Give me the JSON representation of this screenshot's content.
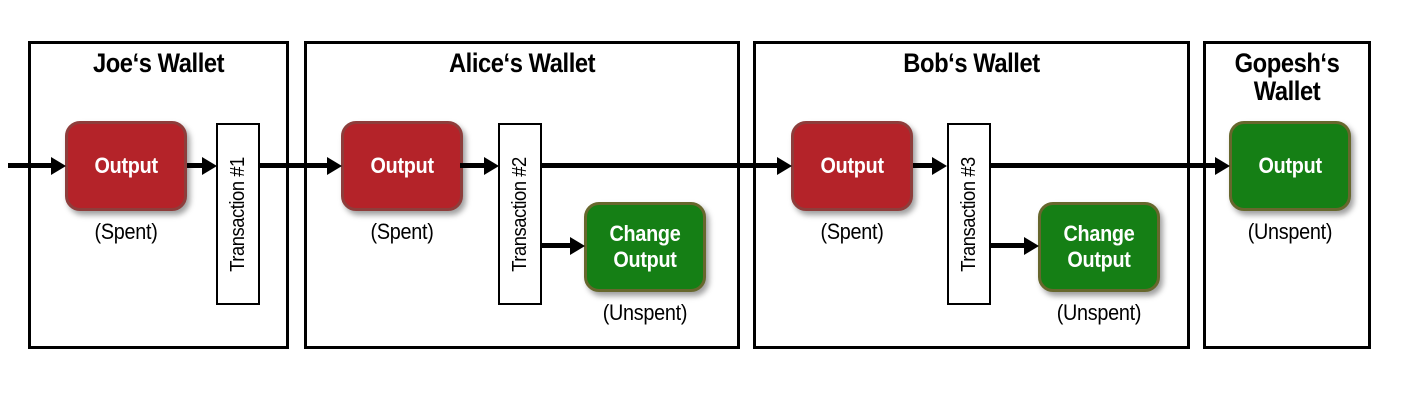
{
  "diagram": {
    "type": "bitcoin-transaction-chain",
    "wallets": [
      {
        "title": "Joe‘s Wallet",
        "output": {
          "label": "Output",
          "status": "(Spent)",
          "state": "spent"
        },
        "transaction": {
          "label": "Transaction #1"
        }
      },
      {
        "title": "Alice‘s Wallet",
        "output": {
          "label": "Output",
          "status": "(Spent)",
          "state": "spent"
        },
        "transaction": {
          "label": "Transaction #2"
        },
        "change_output": {
          "label": "Change Output",
          "status": "(Unspent)",
          "state": "unspent"
        }
      },
      {
        "title": "Bob‘s Wallet",
        "output": {
          "label": "Output",
          "status": "(Spent)",
          "state": "spent"
        },
        "transaction": {
          "label": "Transaction #3"
        },
        "change_output": {
          "label": "Change Output",
          "status": "(Unspent)",
          "state": "unspent"
        }
      },
      {
        "title": "Gopesh‘s Wallet",
        "output": {
          "label": "Output",
          "status": "(Unspent)",
          "state": "unspent"
        }
      }
    ],
    "arrows": [
      {
        "from": "external",
        "to": "joe.output"
      },
      {
        "from": "joe.output",
        "to": "joe.transaction_1"
      },
      {
        "from": "joe.transaction_1",
        "to": "alice.output"
      },
      {
        "from": "alice.output",
        "to": "alice.transaction_2"
      },
      {
        "from": "alice.transaction_2",
        "to": "bob.output"
      },
      {
        "from": "alice.transaction_2",
        "to": "alice.change_output"
      },
      {
        "from": "bob.output",
        "to": "bob.transaction_3"
      },
      {
        "from": "bob.transaction_3",
        "to": "gopesh.output"
      },
      {
        "from": "bob.transaction_3",
        "to": "bob.change_output"
      }
    ],
    "colors": {
      "spent-fill": "#b42329",
      "spent-border": "#8e3d3b",
      "unspent-fill": "#157f15",
      "unspent-border": "#67672d",
      "arrow": "#000000",
      "wallet-border": "#000000",
      "output-text": "#ffffff",
      "caption-text": "#000000"
    }
  }
}
